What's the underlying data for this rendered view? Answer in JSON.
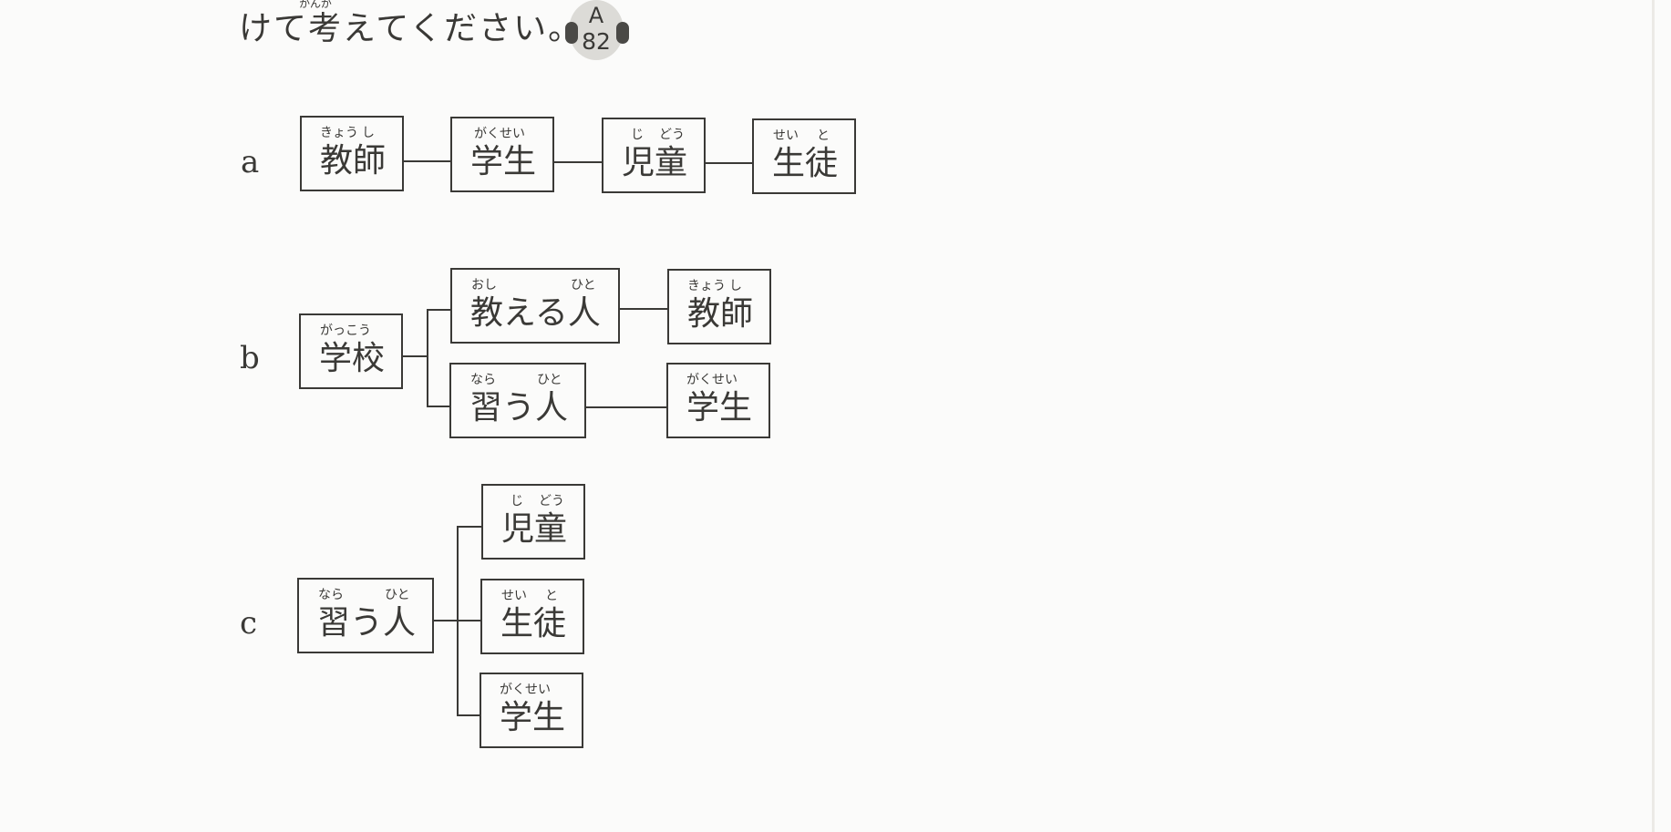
{
  "heading": {
    "text": "けて考えてください。",
    "ruby": "かんが"
  },
  "audio_badge": {
    "icon": "headphones-icon",
    "letter": "A",
    "number": "82"
  },
  "sections": [
    {
      "label": "a",
      "boxes": [
        {
          "word": "教師",
          "ruby": [
            "きょう",
            "し"
          ]
        },
        {
          "word": "学生",
          "ruby": [
            "がくせい"
          ]
        },
        {
          "word": "児童",
          "ruby": [
            "じ",
            "どう"
          ]
        },
        {
          "word": "生徒",
          "ruby": [
            "せい",
            "と"
          ]
        }
      ]
    },
    {
      "label": "b",
      "boxes": [
        {
          "word": "学校",
          "ruby": [
            "がっこう"
          ]
        },
        {
          "word": "教える人",
          "ruby": [
            "おし",
            "ひと"
          ]
        },
        {
          "word": "教師",
          "ruby": [
            "きょう",
            "し"
          ]
        },
        {
          "word": "習う人",
          "ruby": [
            "なら",
            "ひと"
          ]
        },
        {
          "word": "学生",
          "ruby": [
            "がくせい"
          ]
        }
      ]
    },
    {
      "label": "c",
      "boxes": [
        {
          "word": "習う人",
          "ruby": [
            "なら",
            "ひと"
          ]
        },
        {
          "word": "児童",
          "ruby": [
            "じ",
            "どう"
          ]
        },
        {
          "word": "生徒",
          "ruby": [
            "せい",
            "と"
          ]
        },
        {
          "word": "学生",
          "ruby": [
            "がくせい"
          ]
        }
      ]
    }
  ]
}
